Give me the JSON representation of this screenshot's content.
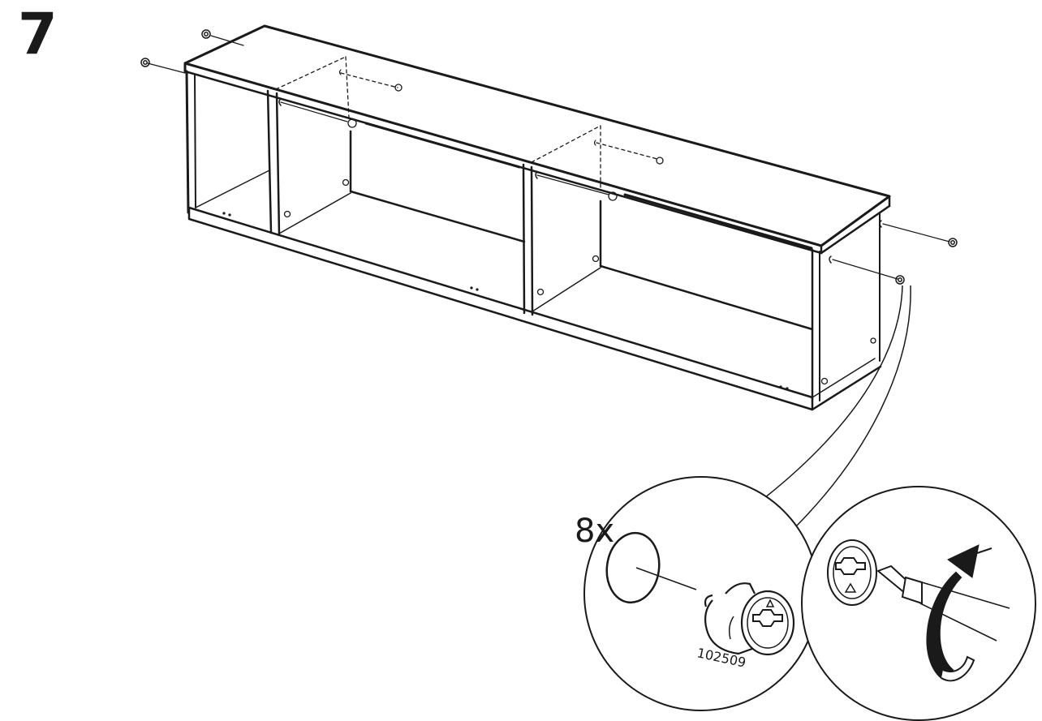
{
  "step": {
    "number": "7"
  },
  "detail": {
    "quantity_label": "8x",
    "part_number": "102509"
  },
  "colors": {
    "ink": "#1a1a1a",
    "paper": "#ffffff"
  },
  "icons": [
    "cam-lock-fitting-icon",
    "screwdriver-icon",
    "clockwise-rotation-arrow-icon"
  ]
}
